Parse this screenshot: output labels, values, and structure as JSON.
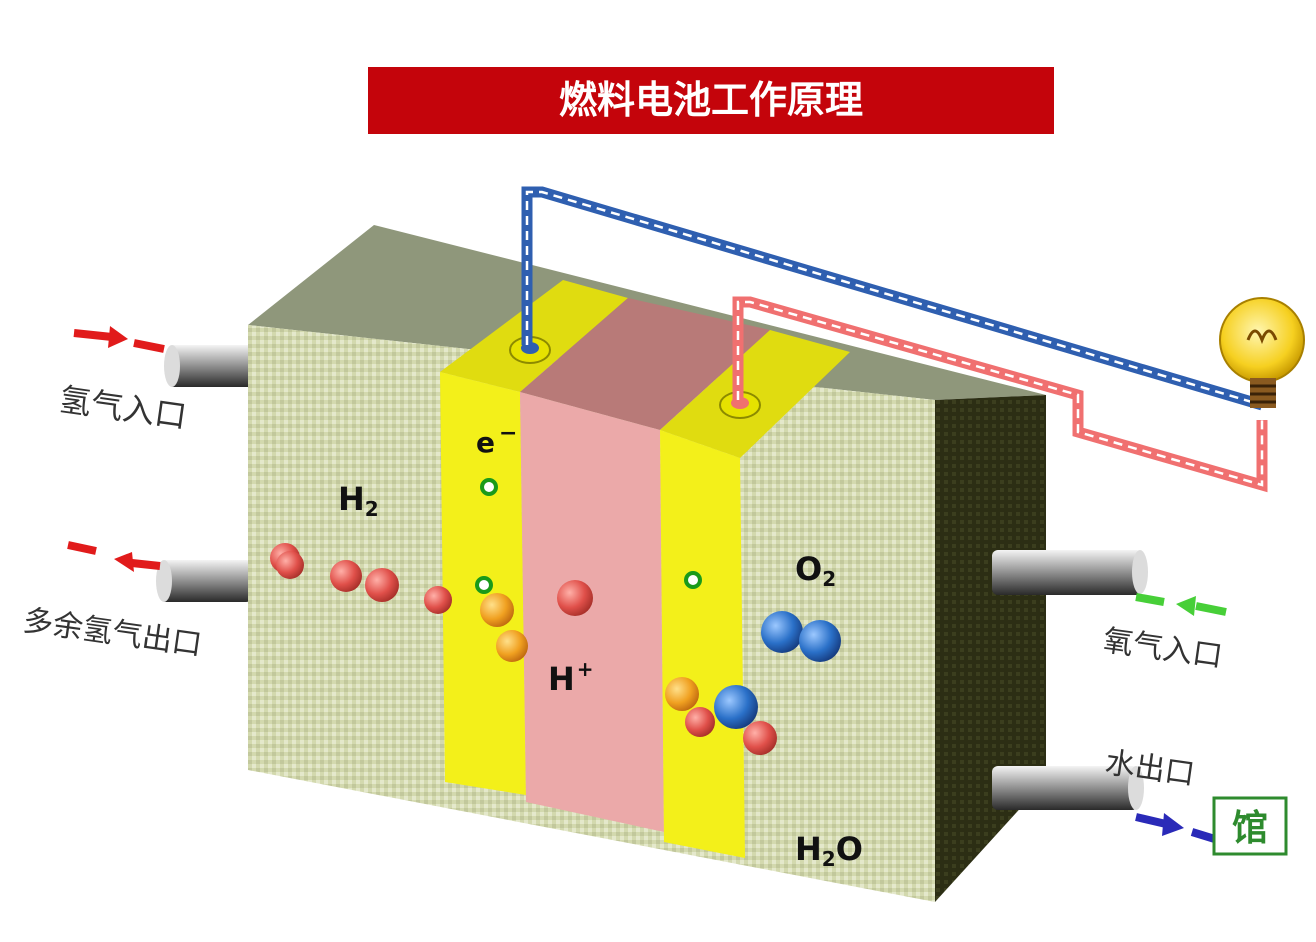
{
  "title": "燃料电池工作原理",
  "labels": {
    "h2_in": "氢气入口",
    "h2_out": "多余氢气出口",
    "o2_in": "氧气入口",
    "water_out": "水出口",
    "electron": "e",
    "h2": "H",
    "h2_sub": "2",
    "o2": "O",
    "o2_sub": "2",
    "proton": "H",
    "proton_sup": "+",
    "water_h": "H",
    "water_sub": "2",
    "water_o": "O",
    "watermark": "馆"
  },
  "colors": {
    "title_bg": "#c4040b",
    "title_text": "#ffffff",
    "block_front": "#d6dcb2",
    "block_top": "#8f977b",
    "block_side": "#2a2c12",
    "electrode": "#f3f01a",
    "membrane": "#eba9a9",
    "membrane_top": "#b87a78",
    "wire_blue": "#2f5fb0",
    "wire_red": "#f07070",
    "arrow_red": "#e11b1b",
    "arrow_green": "#47cf38",
    "arrow_blue": "#2a2ab8",
    "hydrogen": "#e8554f",
    "oxygen": "#2a70c8",
    "proton": "#f0a020",
    "electron_dot": "#1a9a1a"
  },
  "icons": [
    "lightbulb-icon"
  ]
}
